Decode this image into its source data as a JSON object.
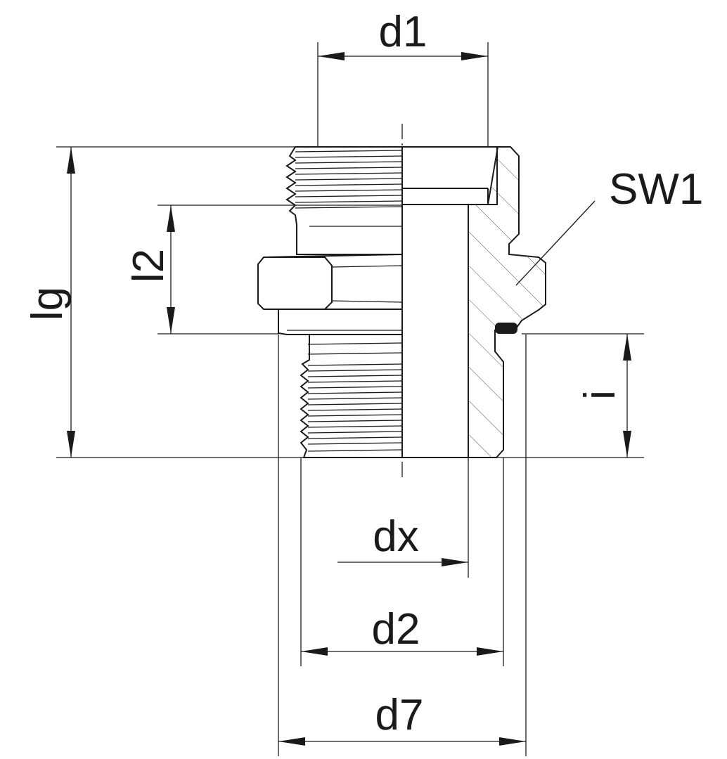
{
  "labels": {
    "d1": "d1",
    "sw1": "SW1",
    "lg": "lg",
    "l2": "l2",
    "i": "i",
    "dx": "dx",
    "d2": "d2",
    "d7": "d7"
  },
  "colors": {
    "line": "#1a1a1a",
    "section_fill": "#d7dde2",
    "body_fill": "#ffffff",
    "hatch": "#1a1a1a"
  }
}
